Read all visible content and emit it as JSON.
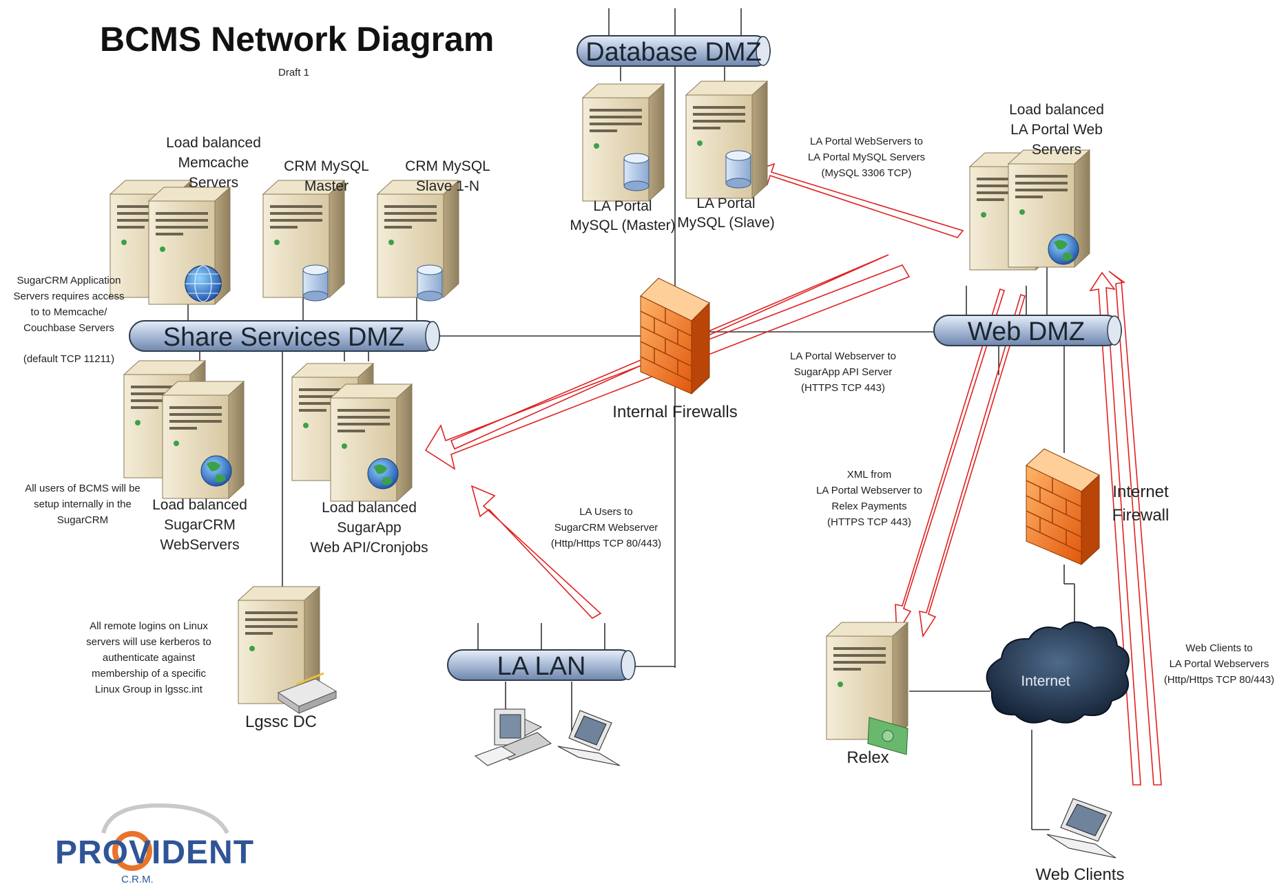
{
  "title": "BCMS Network Diagram",
  "subtitle": "Draft 1",
  "buses": {
    "database_dmz": "Database DMZ",
    "share_services_dmz": "Share Services DMZ",
    "web_dmz": "Web DMZ",
    "la_lan": "LA LAN"
  },
  "nodes": {
    "memcache": [
      "Load balanced",
      "Memcache",
      "Servers"
    ],
    "crm_mysql_master": [
      "CRM MySQL",
      "Master"
    ],
    "crm_mysql_slave": [
      "CRM MySQL",
      "Slave 1-N"
    ],
    "la_portal_master": [
      "LA Portal",
      "MySQL (Master)"
    ],
    "la_portal_slave": [
      "LA Portal",
      "MySQL (Slave)"
    ],
    "la_portal_web": [
      "Load balanced",
      "LA Portal Web",
      "Servers"
    ],
    "sugarcrm_web": [
      "Load balanced",
      "SugarCRM",
      "WebServers"
    ],
    "sugarapp": [
      "Load balanced",
      "SugarApp",
      "Web API/Cronjobs"
    ],
    "internal_firewalls": "Internal Firewalls",
    "internet_firewall": [
      "Internet",
      "Firewall"
    ],
    "lgssc_dc": "Lgssc DC",
    "relex": "Relex",
    "internet": "Internet",
    "web_clients": "Web Clients"
  },
  "notes": {
    "sugarcrm_access": [
      "SugarCRM Application",
      "Servers requires access",
      "to to Memcache/",
      "Couchbase Servers"
    ],
    "default_tcp": "(default TCP 11211)",
    "all_users": [
      "All users of BCMS will be",
      "setup internally in the",
      "SugarCRM"
    ],
    "remote_logins": [
      "All remote logins on Linux",
      "servers will use kerberos to",
      "authenticate against",
      "membership of a specific",
      "Linux Group in lgssc.int"
    ],
    "portal_to_mysql": [
      "LA Portal WebServers to",
      "LA Portal MySQL Servers",
      "(MySQL 3306 TCP)"
    ],
    "portal_to_api": [
      "LA Portal Webserver to",
      "SugarApp API Server",
      "(HTTPS TCP 443)"
    ],
    "xml_relex": [
      "XML from",
      "LA Portal Webserver to",
      "Relex Payments",
      "(HTTPS TCP 443)"
    ],
    "la_users": [
      "LA Users to",
      "SugarCRM Webserver",
      "(Http/Https TCP 80/443)"
    ],
    "web_clients_to_portal": [
      "Web Clients to",
      "LA Portal Webservers",
      "(Http/Https TCP 80/443)"
    ]
  },
  "logo": {
    "text": "PROVIDENT",
    "subtext": "C.R.M."
  },
  "icons": [
    "server-icon",
    "database-icon",
    "globe-icon",
    "firewall-icon",
    "cloud-icon",
    "laptop-icon",
    "desktop-pc-icon",
    "money-icon",
    "router-icon"
  ],
  "colors": {
    "arrow": "#e02020",
    "bus": "#aebfda",
    "firewall": "#f07a1e",
    "logo_blue": "#2f5597",
    "logo_orange": "#e8742a"
  }
}
